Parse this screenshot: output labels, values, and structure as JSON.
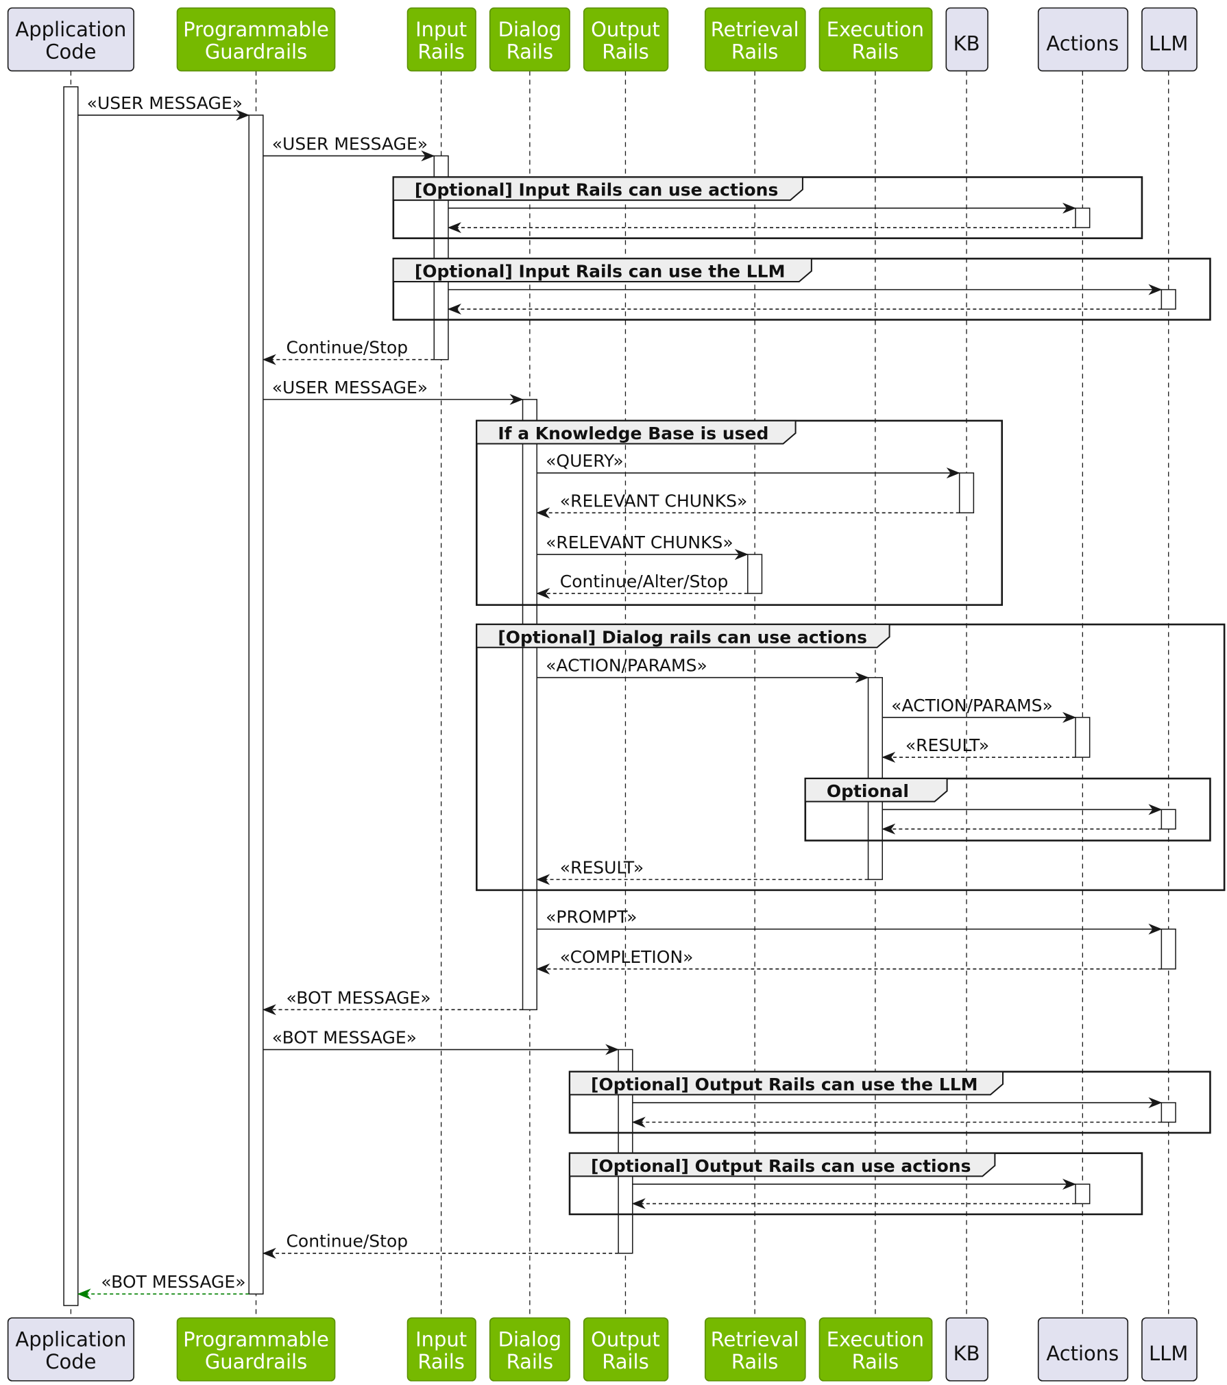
{
  "colors": {
    "plain_box_fill": "#e2e2f0",
    "plain_box_stroke": "#181818",
    "plain_text": "#111111",
    "accent_fill": "#76b900",
    "accent_stroke": "#5a8f00",
    "accent_text": "#ffffff",
    "frame_header_fill": "#eeeeee",
    "line": "#181818",
    "return_highlight": "#008000"
  },
  "participants": [
    {
      "id": "app",
      "lines": [
        "Application",
        "Code"
      ],
      "style": "plain"
    },
    {
      "id": "guard",
      "lines": [
        "Programmable",
        "Guardrails"
      ],
      "style": "accent"
    },
    {
      "id": "input",
      "lines": [
        "Input",
        "Rails"
      ],
      "style": "accent"
    },
    {
      "id": "dialog",
      "lines": [
        "Dialog",
        "Rails"
      ],
      "style": "accent"
    },
    {
      "id": "output",
      "lines": [
        "Output",
        "Rails"
      ],
      "style": "accent"
    },
    {
      "id": "retrieval",
      "lines": [
        "Retrieval",
        "Rails"
      ],
      "style": "accent"
    },
    {
      "id": "execution",
      "lines": [
        "Execution",
        "Rails"
      ],
      "style": "accent"
    },
    {
      "id": "kb",
      "lines": [
        "KB"
      ],
      "style": "plain"
    },
    {
      "id": "actions",
      "lines": [
        "Actions"
      ],
      "style": "plain"
    },
    {
      "id": "llm",
      "lines": [
        "LLM"
      ],
      "style": "plain"
    }
  ],
  "frames": [
    {
      "id": "f-input-actions",
      "label": "[Optional] Input Rails can use actions"
    },
    {
      "id": "f-input-llm",
      "label": "[Optional] Input Rails can use the LLM"
    },
    {
      "id": "f-kb",
      "label": "If a Knowledge Base is used"
    },
    {
      "id": "f-dialog-actions",
      "label": "[Optional] Dialog rails can use actions"
    },
    {
      "id": "f-optional",
      "label": "Optional"
    },
    {
      "id": "f-output-llm",
      "label": "[Optional] Output Rails can use the LLM"
    },
    {
      "id": "f-output-actions",
      "label": "[Optional] Output Rails can use actions"
    }
  ],
  "messages": [
    {
      "id": "m1",
      "from": "app",
      "to": "guard",
      "label": "«USER MESSAGE»",
      "kind": "call"
    },
    {
      "id": "m2",
      "from": "guard",
      "to": "input",
      "label": "«USER MESSAGE»",
      "kind": "call"
    },
    {
      "id": "m3",
      "from": "input",
      "to": "actions",
      "label": "",
      "kind": "call"
    },
    {
      "id": "m4",
      "from": "actions",
      "to": "input",
      "label": "",
      "kind": "return"
    },
    {
      "id": "m5",
      "from": "input",
      "to": "llm",
      "label": "",
      "kind": "call"
    },
    {
      "id": "m6",
      "from": "llm",
      "to": "input",
      "label": "",
      "kind": "return"
    },
    {
      "id": "m7",
      "from": "input",
      "to": "guard",
      "label": "Continue/Stop",
      "kind": "return"
    },
    {
      "id": "m8",
      "from": "guard",
      "to": "dialog",
      "label": "«USER MESSAGE»",
      "kind": "call"
    },
    {
      "id": "m9",
      "from": "dialog",
      "to": "kb",
      "label": "«QUERY»",
      "kind": "call"
    },
    {
      "id": "m10",
      "from": "kb",
      "to": "dialog",
      "label": "«RELEVANT CHUNKS»",
      "kind": "return"
    },
    {
      "id": "m11",
      "from": "dialog",
      "to": "retrieval",
      "label": "«RELEVANT CHUNKS»",
      "kind": "call"
    },
    {
      "id": "m12",
      "from": "retrieval",
      "to": "dialog",
      "label": "Continue/Alter/Stop",
      "kind": "return"
    },
    {
      "id": "m13",
      "from": "dialog",
      "to": "execution",
      "label": "«ACTION/PARAMS»",
      "kind": "call"
    },
    {
      "id": "m14",
      "from": "execution",
      "to": "actions",
      "label": "«ACTION/PARAMS»",
      "kind": "call"
    },
    {
      "id": "m15",
      "from": "actions",
      "to": "execution",
      "label": "«RESULT»",
      "kind": "return"
    },
    {
      "id": "m16",
      "from": "execution",
      "to": "llm",
      "label": "",
      "kind": "call"
    },
    {
      "id": "m17",
      "from": "llm",
      "to": "execution",
      "label": "",
      "kind": "return"
    },
    {
      "id": "m18",
      "from": "execution",
      "to": "dialog",
      "label": "«RESULT»",
      "kind": "return"
    },
    {
      "id": "m19",
      "from": "dialog",
      "to": "llm",
      "label": "«PROMPT»",
      "kind": "call"
    },
    {
      "id": "m20",
      "from": "llm",
      "to": "dialog",
      "label": "«COMPLETION»",
      "kind": "return"
    },
    {
      "id": "m21",
      "from": "dialog",
      "to": "guard",
      "label": "«BOT MESSAGE»",
      "kind": "return"
    },
    {
      "id": "m22",
      "from": "guard",
      "to": "output",
      "label": "«BOT MESSAGE»",
      "kind": "call"
    },
    {
      "id": "m23",
      "from": "output",
      "to": "llm",
      "label": "",
      "kind": "call"
    },
    {
      "id": "m24",
      "from": "llm",
      "to": "output",
      "label": "",
      "kind": "return"
    },
    {
      "id": "m25",
      "from": "output",
      "to": "actions",
      "label": "",
      "kind": "call"
    },
    {
      "id": "m26",
      "from": "actions",
      "to": "output",
      "label": "",
      "kind": "return"
    },
    {
      "id": "m27",
      "from": "output",
      "to": "guard",
      "label": "Continue/Stop",
      "kind": "return"
    },
    {
      "id": "m28",
      "from": "guard",
      "to": "app",
      "label": "«BOT MESSAGE»",
      "kind": "return-highlight"
    }
  ]
}
